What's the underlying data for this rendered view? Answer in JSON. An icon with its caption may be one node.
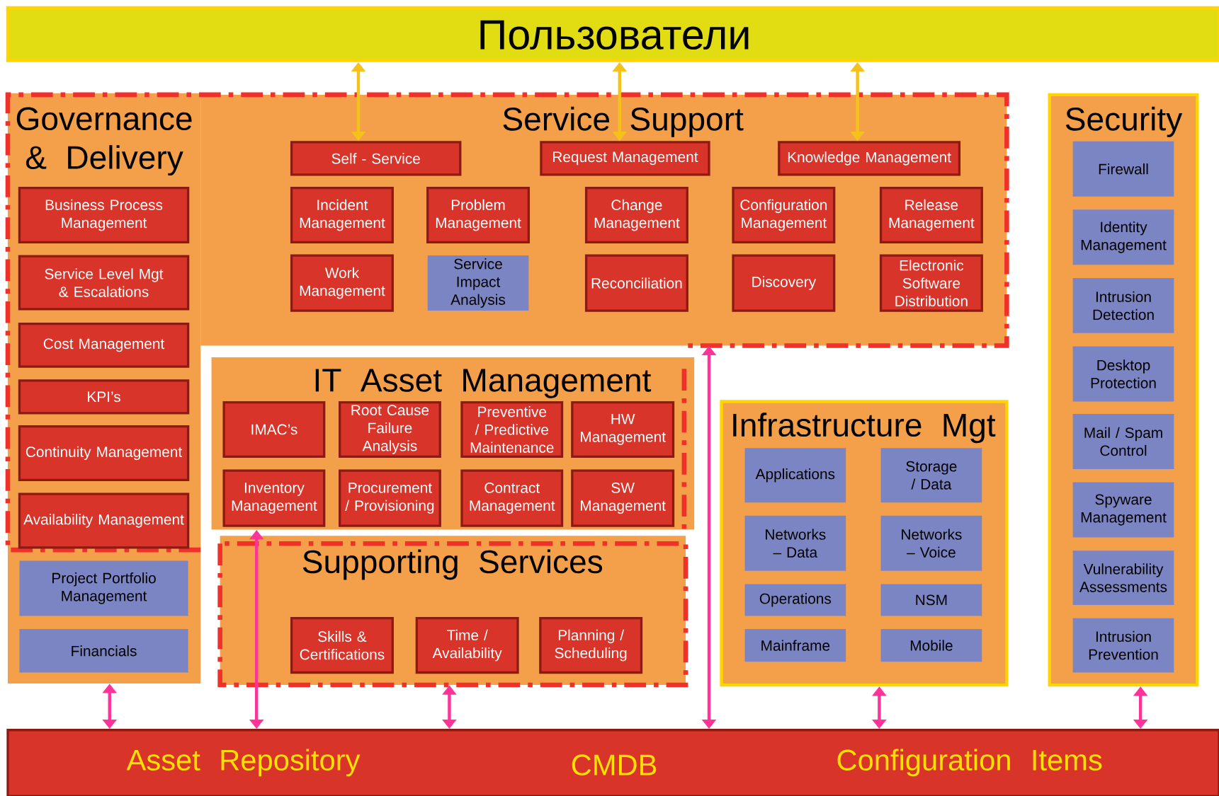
{
  "diagram": {
    "nodes": [
      {
        "text": [
          "Пользователи"
        ]
      },
      {
        "text": [
          "Governance & Delivery"
        ]
      },
      {
        "text": [
          "Business Process Management"
        ],
        "in": 1
      },
      {
        "text": [
          "Service Level Mgt & Escalations"
        ],
        "in": 1
      },
      {
        "text": [
          "Cost Management"
        ],
        "in": 1
      },
      {
        "text": [
          "KPI’s"
        ],
        "in": 1
      },
      {
        "text": [
          "Continuity Management"
        ],
        "in": 1
      },
      {
        "text": [
          "Availability Management"
        ],
        "in": 1
      },
      {
        "text": [
          "Project Portfolio Management"
        ],
        "in": 1
      },
      {
        "text": [
          "Financials"
        ],
        "in": 1
      },
      {
        "text": [
          "Service Support"
        ]
      },
      {
        "text": [
          "Self - Service"
        ],
        "in": 10
      },
      {
        "text": [
          "Request Management"
        ],
        "in": 10
      },
      {
        "text": [
          "Knowledge Management"
        ],
        "in": 10
      },
      {
        "text": [
          "Incident Management"
        ],
        "in": 10
      },
      {
        "text": [
          "Problem Management"
        ],
        "in": 10
      },
      {
        "text": [
          "Change Management"
        ],
        "in": 10
      },
      {
        "text": [
          "Configuration Management"
        ],
        "in": 10
      },
      {
        "text": [
          "Release Management"
        ],
        "in": 10
      },
      {
        "text": [
          "Work Management"
        ],
        "in": 10
      },
      {
        "text": [
          "Service Impact Analysis"
        ],
        "in": 10
      },
      {
        "text": [
          "Reconciliation"
        ],
        "in": 10
      },
      {
        "text": [
          "Discovery"
        ],
        "in": 10
      },
      {
        "text": [
          "Electronic Software Distribution"
        ],
        "in": 10
      },
      {
        "text": [
          "IT Asset Management"
        ]
      },
      {
        "text": [
          "IMAC’s"
        ],
        "in": 24
      },
      {
        "text": [
          "Root Cause Failure Analysis"
        ],
        "in": 24
      },
      {
        "text": [
          "Preventive / Predictive Maintenance"
        ],
        "in": 24
      },
      {
        "text": [
          "HW Management"
        ],
        "in": 24
      },
      {
        "text": [
          "Inventory Management"
        ],
        "in": 24
      },
      {
        "text": [
          "Procurement / Provisioning"
        ],
        "in": 24
      },
      {
        "text": [
          "Contract Management"
        ],
        "in": 24
      },
      {
        "text": [
          "SW Management"
        ],
        "in": 24
      },
      {
        "text": [
          "Supporting Services"
        ]
      },
      {
        "text": [
          "Skills & Certifications"
        ],
        "in": 33
      },
      {
        "text": [
          "Time / Availability"
        ],
        "in": 33
      },
      {
        "text": [
          "Planning / Scheduling"
        ],
        "in": 33
      },
      {
        "text": [
          "Infrastructure Mgt"
        ]
      },
      {
        "text": [
          "Applications"
        ],
        "in": 37
      },
      {
        "text": [
          "Storage / Data"
        ],
        "in": 37
      },
      {
        "text": [
          "Networks – Data"
        ],
        "in": 37
      },
      {
        "text": [
          "Networks – Voice"
        ],
        "in": 37
      },
      {
        "text": [
          "Operations"
        ],
        "in": 37
      },
      {
        "text": [
          "NSM"
        ],
        "in": 37
      },
      {
        "text": [
          "Mainframe"
        ],
        "in": 37
      },
      {
        "text": [
          "Mobile"
        ],
        "in": 37
      },
      {
        "text": [
          "Security"
        ]
      },
      {
        "text": [
          "Firewall"
        ],
        "in": 46
      },
      {
        "text": [
          "Identity Management"
        ],
        "in": 46
      },
      {
        "text": [
          "Intrusion Detection"
        ],
        "in": 46
      },
      {
        "text": [
          "Desktop Protection"
        ],
        "in": 46
      },
      {
        "text": [
          "Mail / Spam Control"
        ],
        "in": 46
      },
      {
        "text": [
          "Spyware Management"
        ],
        "in": 46
      },
      {
        "text": [
          "Vulnerability Assessments"
        ],
        "in": 46
      },
      {
        "text": [
          "Intrusion Prevention"
        ],
        "in": 46
      },
      {
        "text": [
          "Asset Repository",
          "CMDB",
          "Configuration Items"
        ]
      }
    ],
    "edges": [
      {
        "from": 0,
        "to": 11,
        "arrow": "both",
        "color": "#f5c21b"
      },
      {
        "from": 0,
        "to": 12,
        "arrow": "both",
        "color": "#f5c21b"
      },
      {
        "from": 0,
        "to": 13,
        "arrow": "both",
        "color": "#f5c21b"
      },
      {
        "from": 55,
        "to": 1,
        "arrow": "both"
      },
      {
        "from": 55,
        "to": 24,
        "arrow": "both"
      },
      {
        "from": 55,
        "to": 33,
        "arrow": "both"
      },
      {
        "from": 55,
        "to": 10,
        "arrow": "both"
      },
      {
        "from": 55,
        "to": 37,
        "arrow": "both"
      },
      {
        "from": 55,
        "to": 46,
        "arrow": "both"
      }
    ]
  }
}
